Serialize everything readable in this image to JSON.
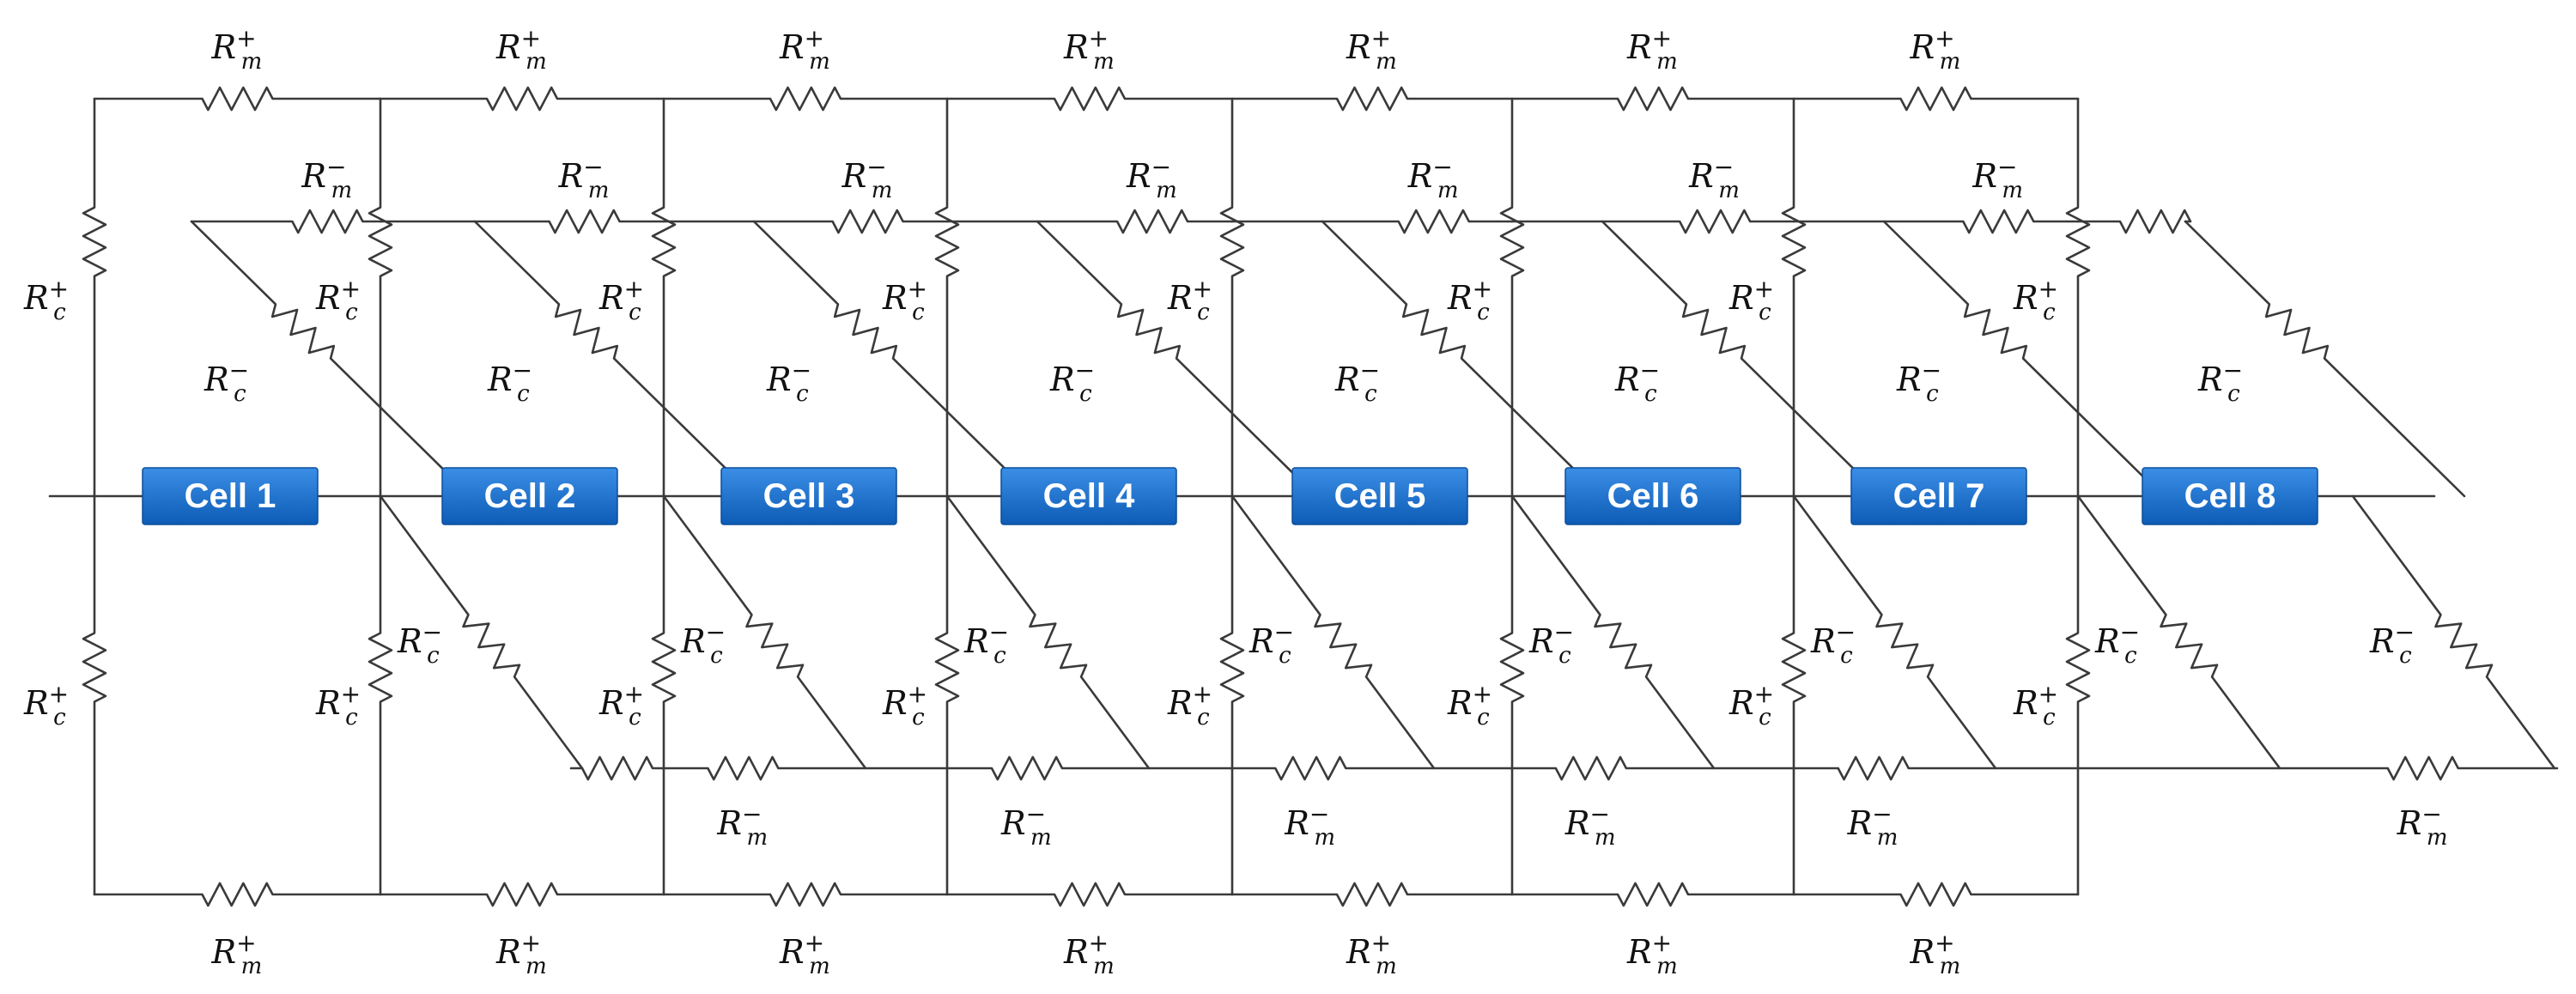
{
  "cells": [
    "Cell 1",
    "Cell 2",
    "Cell 3",
    "Cell 4",
    "Cell 5",
    "Cell 6",
    "Cell 7",
    "Cell 8"
  ],
  "resistors": {
    "Rm_plus": {
      "base": "R",
      "sub": "m",
      "sup": "+"
    },
    "Rm_minus": {
      "base": "R",
      "sub": "m",
      "sup": "−"
    },
    "Rc_plus": {
      "base": "R",
      "sub": "c",
      "sup": "+"
    },
    "Rc_minus": {
      "base": "R",
      "sub": "c",
      "sup": "−"
    }
  },
  "colors": {
    "wire": "#3a3a3a",
    "cell_fill_top": "#3b8ee6",
    "cell_fill_bottom": "#0d5cb6",
    "cell_text": "#ffffff"
  }
}
